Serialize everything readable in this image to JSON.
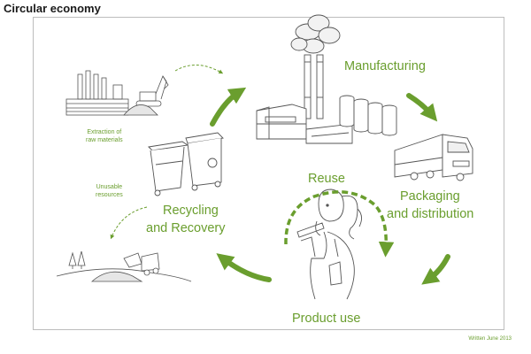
{
  "title": "Circular economy",
  "stages": {
    "manufacturing": "Manufacturing",
    "packaging": "Packaging",
    "distribution": "and distribution",
    "product_use": "Product use",
    "recycling": "Recycling",
    "recovery": "and Recovery",
    "reuse": "Reuse"
  },
  "notes": {
    "extraction_line1": "Extraction of",
    "extraction_line2": "raw materials",
    "unusable_line1": "Unusable",
    "unusable_line2": "resources"
  },
  "credit": "Written June 2013",
  "colors": {
    "accent": "#6a9e2e",
    "line": "#555555",
    "frame": "#bdbdbd"
  },
  "icons": [
    "factory-icon",
    "truck-icon",
    "person-drinking-icon",
    "recycling-bins-icon",
    "excavator-icon",
    "landfill-icon"
  ]
}
